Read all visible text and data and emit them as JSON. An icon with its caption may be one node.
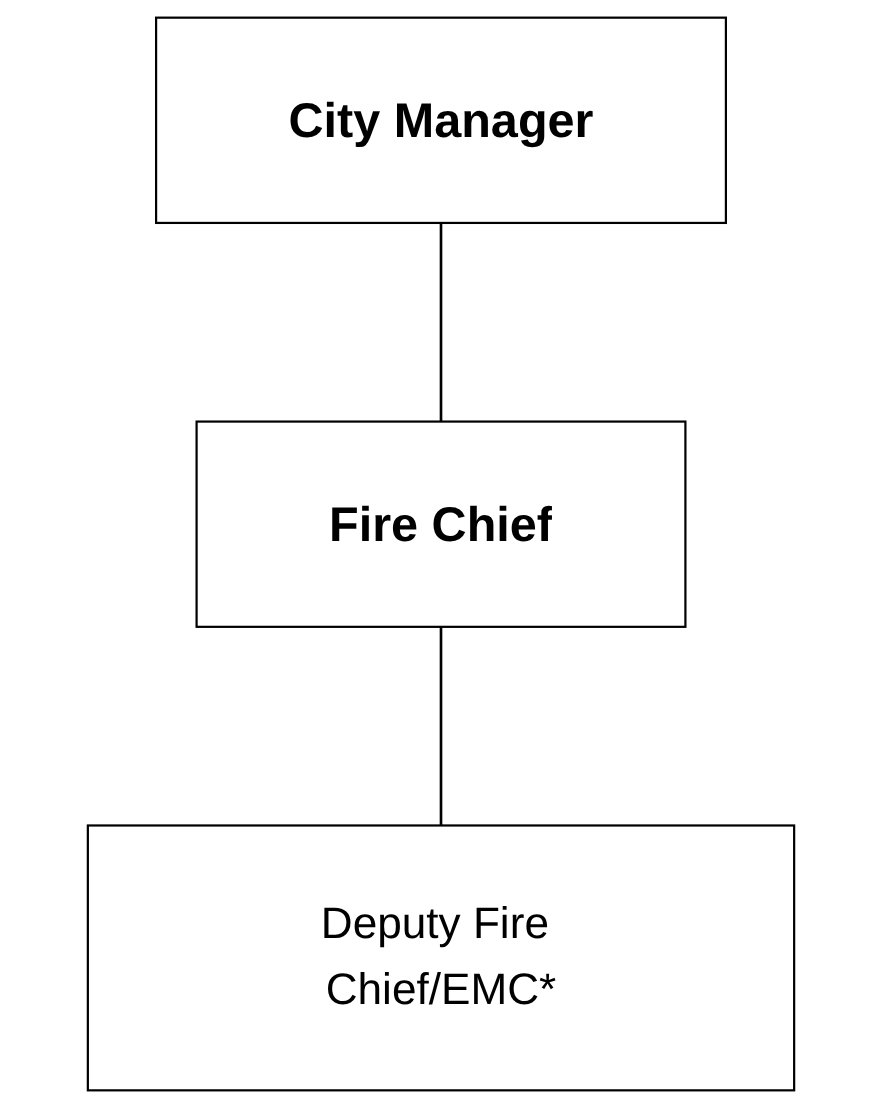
{
  "diagram": {
    "nodes": [
      {
        "text": [
          "City Manager"
        ]
      },
      {
        "text": [
          "Fire Chief"
        ]
      },
      {
        "text": [
          "Deputy Fire Chief/EMC*"
        ]
      }
    ],
    "edges": [
      {
        "from": 0,
        "to": 1,
        "arrow": "none"
      },
      {
        "from": 1,
        "to": 2,
        "arrow": "none"
      }
    ]
  }
}
